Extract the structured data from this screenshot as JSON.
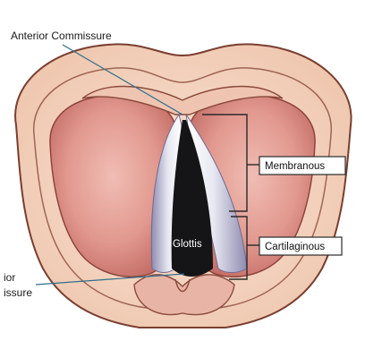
{
  "figure": {
    "labels": {
      "anterior_commissure": "Anterior Commissure",
      "membranous": "Membranous",
      "glottis": "Glottis",
      "cartilaginous": "Cartilaginous",
      "posterior_line1": "ior",
      "posterior_line2": "issure"
    },
    "colors": {
      "skin_outer": "#f3d3c0",
      "skin_outline": "#7a3e2f",
      "tissue_pink": "#e6a39c",
      "tissue_deep": "#b85c5a",
      "vocal_fold_white": "#eeeef5",
      "vocal_fold_shade": "#a8a6c4",
      "glottis_dark": "#151517",
      "leader_line": "#2e6f8a",
      "bracket": "#2a2a2a"
    }
  }
}
